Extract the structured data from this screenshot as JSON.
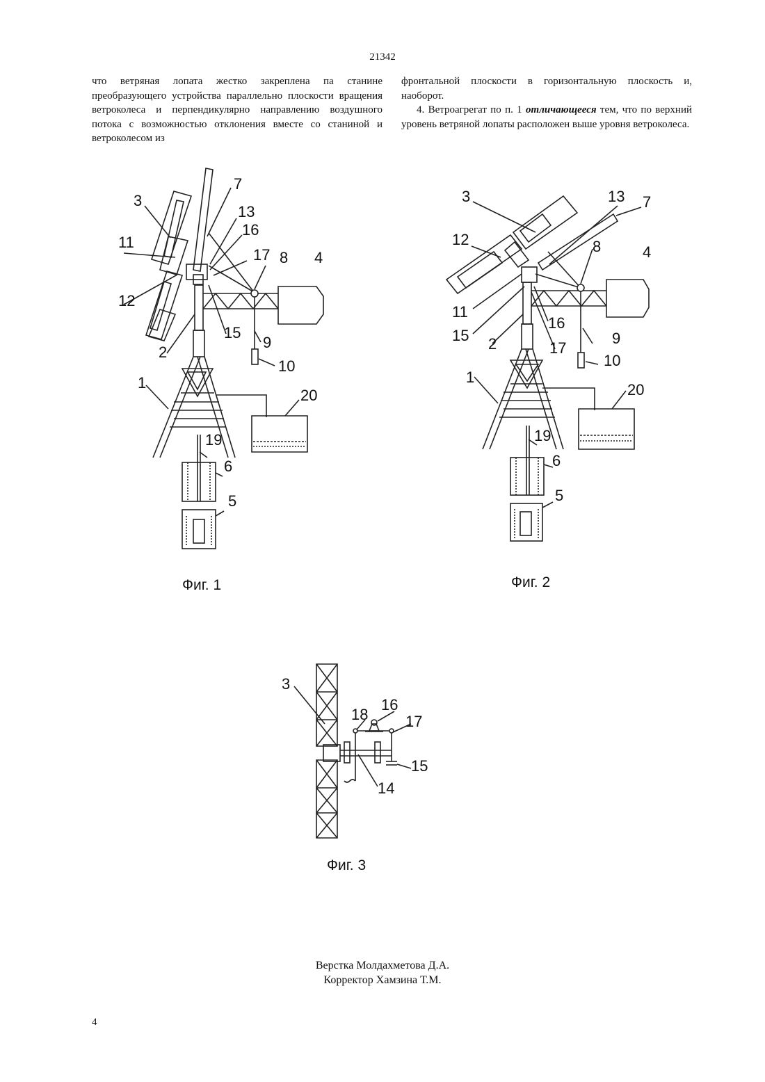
{
  "header": {
    "patent_number": "21342"
  },
  "text": {
    "left_column": "что ветряная лопата жестко закреплена па станине преобразующего устройства параллельно плоскости вращения ветроколеса и перпендикулярно направлению воздушного потока с возможностью отклонения вместе со станиной и ветроколесом из",
    "right_para1": "фронтальной плоскости в горизонтальную плоскость и, наоборот.",
    "right_para2_start": "4. Ветроагрегат по п. 1 ",
    "right_para2_bold": "отличающееся",
    "right_para2_end": " тем, что по верхний уровень ветряной лопаты расположен выше уровня ветроколеса."
  },
  "figures": {
    "fig1": {
      "caption": "Фиг. 1",
      "labels": {
        "l1": "1",
        "l2": "2",
        "l3": "3",
        "l5": "5",
        "l6": "6",
        "l7": "7",
        "l8": "8",
        "l4": "4",
        "l9": "9",
        "l10": "10",
        "l11": "11",
        "l12": "12",
        "l13": "13",
        "l15": "15",
        "l16": "16",
        "l17": "17",
        "l19": "19",
        "l20": "20"
      }
    },
    "fig2": {
      "caption": "Фиг. 2",
      "labels": {
        "l1": "1",
        "l2": "2",
        "l3": "3",
        "l4": "4",
        "l5": "5",
        "l6": "6",
        "l7": "7",
        "l8": "8",
        "l9": "9",
        "l10": "10",
        "l11": "11",
        "l12": "12",
        "l13": "13",
        "l15": "15",
        "l16": "16",
        "l17": "17",
        "l19": "19",
        "l20": "20"
      }
    },
    "fig3": {
      "caption": "Фиг. 3",
      "labels": {
        "l3": "3",
        "l14": "14",
        "l15": "15",
        "l16": "16",
        "l17": "17",
        "l18": "18"
      }
    }
  },
  "footer": {
    "layout_credit": "Верстка Молдахметова Д.А.",
    "corrector_credit": "Корректор Хамзина Т.М.",
    "page_number": "4"
  }
}
